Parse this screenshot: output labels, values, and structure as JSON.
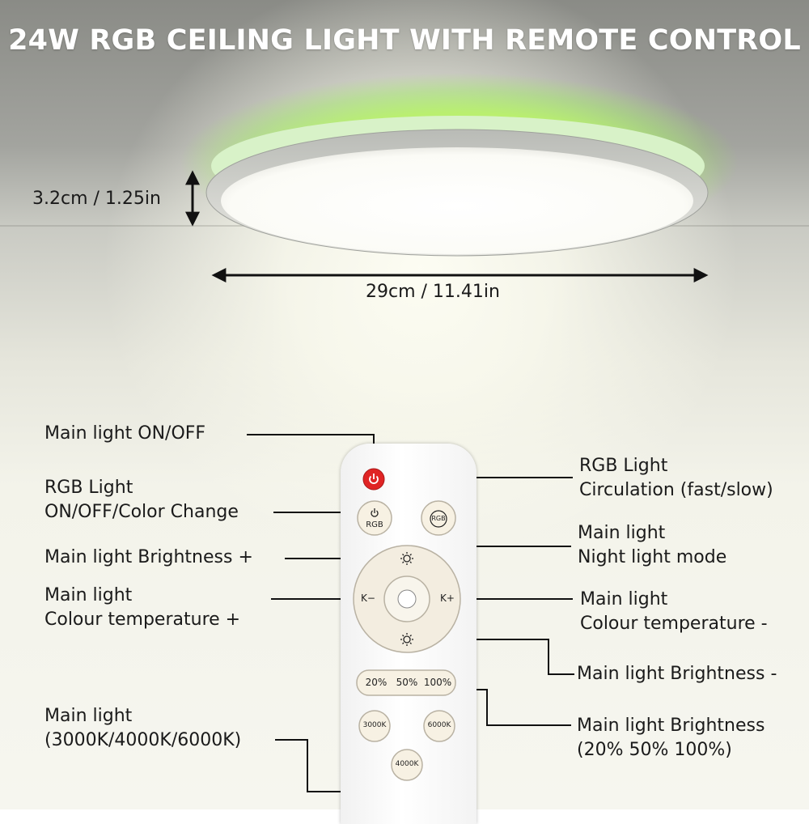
{
  "title": "24W RGB CEILING LIGHT WITH REMOTE CONTROL",
  "dimensions": {
    "height": "3.2cm / 1.25in",
    "diameter": "29cm / 11.41in"
  },
  "labels": {
    "main_on_off": "Main light ON/OFF",
    "rgb_on_off_line1": "RGB Light",
    "rgb_on_off_line2": "ON/OFF/Color Change",
    "brightness_plus": "Main light Brightness +",
    "colour_temp_plus_line1": "Main light",
    "colour_temp_plus_line2": "Colour temperature +",
    "modes_line1": "Main light",
    "modes_line2": "(3000K/4000K/6000K)",
    "rgb_circulation_line1": "RGB Light",
    "rgb_circulation_line2": "Circulation (fast/slow)",
    "night_mode_line1": "Main light",
    "night_mode_line2": "Night light mode",
    "colour_temp_minus_line1": "Main light",
    "colour_temp_minus_line2": "Colour temperature -",
    "brightness_minus": "Main light Brightness -",
    "brightness_preset_line1": "Main light Brightness",
    "brightness_preset_line2": "(20% 50% 100%)"
  },
  "remote": {
    "rgb_button": "RGB",
    "rgb_cycle_button": "RGB",
    "k_minus": "K−",
    "k_plus": "K+",
    "pct_20": "20%",
    "pct_50": "50%",
    "pct_100": "100%",
    "k3000": "3000K",
    "k6000": "6000K",
    "k4000": "4000K"
  },
  "colors": {
    "power_button": "#e02424",
    "rgb_glow": "#8ee85a",
    "dial": "#f3ede0"
  }
}
